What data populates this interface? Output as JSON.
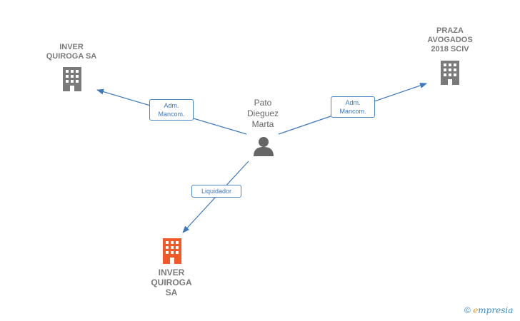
{
  "colors": {
    "edge": "#3d78bd",
    "company_gray": "#7a7a7a",
    "company_main": "#f05a28",
    "person": "#666666"
  },
  "nodes": {
    "company_left": {
      "name_lines": [
        "INVER",
        "QUIROGA SA"
      ],
      "icon": "building-icon"
    },
    "company_right": {
      "name_lines": [
        "PRAZA",
        "AVOGADOS",
        "2018 SCIV"
      ],
      "icon": "building-icon"
    },
    "person": {
      "name_lines": [
        "Pato",
        "Dieguez",
        "Marta"
      ],
      "icon": "person-icon"
    },
    "company_main": {
      "name_lines": [
        "INVER",
        "QUIROGA",
        "SA"
      ],
      "icon": "building-icon"
    }
  },
  "edges": {
    "to_left": {
      "label_lines": [
        "Adm.",
        "Mancom."
      ]
    },
    "to_right": {
      "label_lines": [
        "Adm.",
        "Mancom."
      ]
    },
    "to_main": {
      "label_lines": [
        "Liquidador"
      ]
    }
  },
  "brand": {
    "copyright": "©",
    "e_letter": "e",
    "name": "mpresia"
  }
}
